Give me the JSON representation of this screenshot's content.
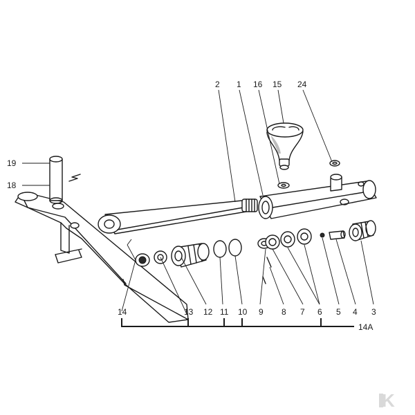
{
  "diagram": {
    "callouts": {
      "c1": "1",
      "c2": "2",
      "c3": "3",
      "c4": "4",
      "c5": "5",
      "c6": "6",
      "c7": "7",
      "c8": "8",
      "c9": "9",
      "c10": "10",
      "c11": "11",
      "c12": "12",
      "c13": "13",
      "c14": "14",
      "c14a": "14A",
      "c15": "15",
      "c16": "16",
      "c18": "18",
      "c19": "19",
      "c24": "24"
    },
    "watermark": {
      "text": "K",
      "color": "#d9d9d9"
    },
    "colors": {
      "ink": "#1a1a1a",
      "background": "#ffffff"
    }
  }
}
